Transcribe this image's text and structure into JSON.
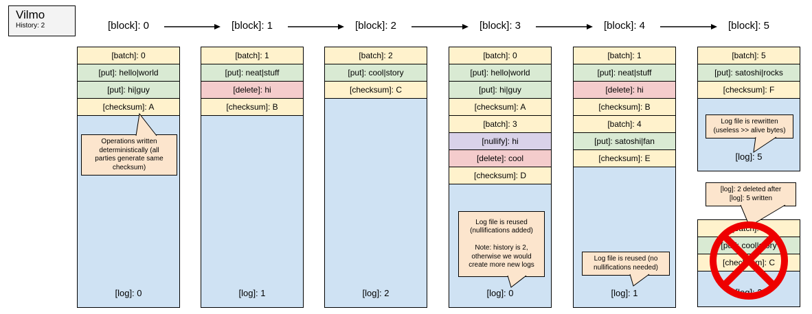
{
  "legend": {
    "title": "Vilmo",
    "subtitle": "History: 2"
  },
  "colors": {
    "batch": "#fff2cc",
    "checksum": "#fff2cc",
    "put": "#d9ead3",
    "delete": "#f4cccc",
    "nullify": "#d9d2e9",
    "log": "#cfe2f3",
    "callout": "#fce5cd",
    "legend_bg": "#f3f3f3",
    "cross": "#ee0000",
    "arrow": "#000000"
  },
  "blocks": [
    {
      "label": "[block]: 0",
      "rows": [
        {
          "type": "batch",
          "text": "[batch]: 0"
        },
        {
          "type": "put",
          "text": "[put]: hello|world"
        },
        {
          "type": "put",
          "text": "[put]: hi|guy"
        },
        {
          "type": "checksum",
          "text": "[checksum]: A"
        }
      ],
      "log": "[log]: 0"
    },
    {
      "label": "[block]: 1",
      "rows": [
        {
          "type": "batch",
          "text": "[batch]: 1"
        },
        {
          "type": "put",
          "text": "[put]: neat|stuff"
        },
        {
          "type": "delete",
          "text": "[delete]: hi"
        },
        {
          "type": "checksum",
          "text": "[checksum]: B"
        }
      ],
      "log": "[log]: 1"
    },
    {
      "label": "[block]: 2",
      "rows": [
        {
          "type": "batch",
          "text": "[batch]: 2"
        },
        {
          "type": "put",
          "text": "[put]: cool|story"
        },
        {
          "type": "checksum",
          "text": "[checksum]: C"
        }
      ],
      "log": "[log]: 2"
    },
    {
      "label": "[block]: 3",
      "rows": [
        {
          "type": "batch",
          "text": "[batch]: 0"
        },
        {
          "type": "put",
          "text": "[put]: hello|world"
        },
        {
          "type": "put",
          "text": "[put]: hi|guy"
        },
        {
          "type": "checksum",
          "text": "[checksum]: A"
        },
        {
          "type": "batch",
          "text": "[batch]: 3"
        },
        {
          "type": "nullify",
          "text": "[nullify]: hi"
        },
        {
          "type": "delete",
          "text": "[delete]: cool"
        },
        {
          "type": "checksum",
          "text": "[checksum]: D"
        }
      ],
      "log": "[log]: 0"
    },
    {
      "label": "[block]: 4",
      "rows": [
        {
          "type": "batch",
          "text": "[batch]: 1"
        },
        {
          "type": "put",
          "text": "[put]: neat|stuff"
        },
        {
          "type": "delete",
          "text": "[delete]: hi"
        },
        {
          "type": "checksum",
          "text": "[checksum]: B"
        },
        {
          "type": "batch",
          "text": "[batch]: 4"
        },
        {
          "type": "put",
          "text": "[put]: satoshi|fan"
        },
        {
          "type": "checksum",
          "text": "[checksum]: E"
        }
      ],
      "log": "[log]: 1"
    },
    {
      "label": "[block]: 5",
      "rows": [
        {
          "type": "batch",
          "text": "[batch]: 5"
        },
        {
          "type": "put",
          "text": "[put]: satoshi|rocks"
        },
        {
          "type": "checksum",
          "text": "[checksum]: F"
        }
      ],
      "log": "[log]: 5"
    }
  ],
  "deleted_stack": {
    "rows": [
      {
        "type": "batch",
        "text": "[batch]: 2"
      },
      {
        "type": "put",
        "text": "[put]: cool|story"
      },
      {
        "type": "checksum",
        "text": "[checksum]: C"
      }
    ],
    "log": "[log]: 2"
  },
  "callouts": {
    "ops": {
      "lines": [
        "Operations written",
        "deterministically (all",
        "parties generate same",
        "checksum)"
      ]
    },
    "reused3": {
      "lines": [
        "Log file is reused",
        "(nullifications added)",
        "",
        "Note: history is 2,",
        "otherwise we would",
        "create more new logs"
      ]
    },
    "reused4": {
      "lines": [
        "Log file is reused (no",
        "nullifications needed)"
      ]
    },
    "rewritten": {
      "lines": [
        "Log file is rewritten",
        "(useless >> alive bytes)"
      ]
    },
    "deleted": {
      "lines": [
        "[log]: 2 deleted after",
        "[log]: 5 written"
      ]
    }
  }
}
